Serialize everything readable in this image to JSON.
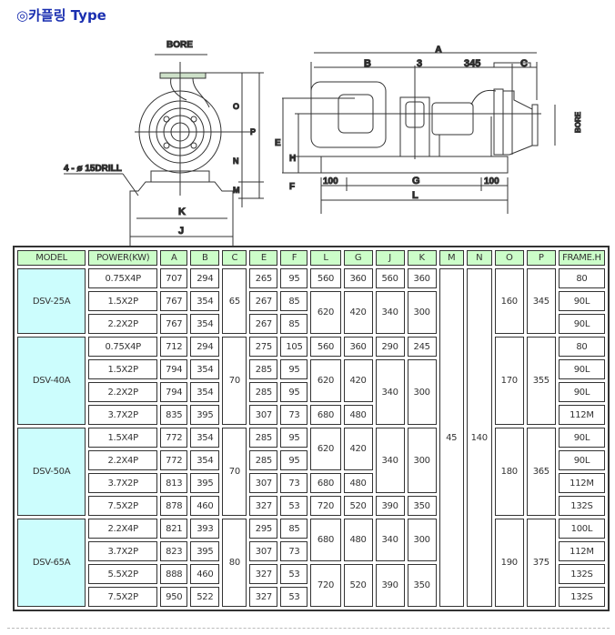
{
  "title": "◎카플링 Type",
  "drawing": {
    "labels": {
      "bore": "BORE",
      "drill": "4 - ø 15DRILL",
      "o": "O",
      "p": "P",
      "n": "N",
      "m": "M",
      "k": "K",
      "j": "J",
      "e": "E",
      "h": "H",
      "f": "F",
      "a": "A",
      "b": "B",
      "three": "3",
      "d345": "345",
      "c": "C",
      "bore2": "BORE",
      "d100a": "100",
      "g": "G",
      "d100b": "100",
      "l": "L"
    }
  },
  "table": {
    "headers": [
      "MODEL",
      "POWER(KW)",
      "A",
      "B",
      "C",
      "E",
      "F",
      "L",
      "G",
      "J",
      "K",
      "M",
      "N",
      "O",
      "P",
      "FRAME.H"
    ],
    "M": "45",
    "N": "140",
    "groups": [
      {
        "model": "DSV-25A",
        "C": "65",
        "O": "160",
        "P": "345",
        "rows": [
          {
            "power": "0.75X4P",
            "A": "707",
            "B": "294",
            "E": "265",
            "F": "95",
            "frame": "80"
          },
          {
            "power": "1.5X2P",
            "A": "767",
            "B": "354",
            "E": "267",
            "F": "85",
            "frame": "90L"
          },
          {
            "power": "2.2X2P",
            "A": "767",
            "B": "354",
            "E": "267",
            "F": "85",
            "frame": "90L"
          }
        ],
        "LG": [
          {
            "L": "560",
            "G": "360",
            "span": 1
          },
          {
            "L": "620",
            "G": "420",
            "span": 2
          }
        ],
        "JK": [
          {
            "J": "560",
            "K": "360",
            "span": 1
          },
          {
            "J": "340",
            "K": "300",
            "span": 2
          }
        ]
      },
      {
        "model": "DSV-40A",
        "C": "70",
        "O": "170",
        "P": "355",
        "rows": [
          {
            "power": "0.75X4P",
            "A": "712",
            "B": "294",
            "E": "275",
            "F": "105",
            "frame": "80"
          },
          {
            "power": "1.5X2P",
            "A": "794",
            "B": "354",
            "E": "285",
            "F": "95",
            "frame": "90L"
          },
          {
            "power": "2.2X2P",
            "A": "794",
            "B": "354",
            "E": "285",
            "F": "95",
            "frame": "90L"
          },
          {
            "power": "3.7X2P",
            "A": "835",
            "B": "395",
            "E": "307",
            "F": "73",
            "frame": "112M"
          }
        ],
        "LG": [
          {
            "L": "560",
            "G": "360",
            "span": 1
          },
          {
            "L": "620",
            "G": "420",
            "span": 2
          },
          {
            "L": "680",
            "G": "480",
            "span": 1
          }
        ],
        "JK": [
          {
            "J": "290",
            "K": "245",
            "span": 1
          },
          {
            "J": "340",
            "K": "300",
            "span": 3
          }
        ]
      },
      {
        "model": "DSV-50A",
        "C": "70",
        "O": "180",
        "P": "365",
        "rows": [
          {
            "power": "1.5X4P",
            "A": "772",
            "B": "354",
            "E": "285",
            "F": "95",
            "frame": "90L"
          },
          {
            "power": "2.2X4P",
            "A": "772",
            "B": "354",
            "E": "285",
            "F": "95",
            "frame": "90L"
          },
          {
            "power": "3.7X2P",
            "A": "813",
            "B": "395",
            "E": "307",
            "F": "73",
            "frame": "112M"
          },
          {
            "power": "7.5X2P",
            "A": "878",
            "B": "460",
            "E": "327",
            "F": "53",
            "frame": "132S"
          }
        ],
        "LG": [
          {
            "L": "620",
            "G": "420",
            "span": 2
          },
          {
            "L": "680",
            "G": "480",
            "span": 1
          },
          {
            "L": "720",
            "G": "520",
            "span": 1
          }
        ],
        "JK": [
          {
            "J": "340",
            "K": "300",
            "span": 3
          },
          {
            "J": "390",
            "K": "350",
            "span": 1
          }
        ]
      },
      {
        "model": "DSV-65A",
        "C": "80",
        "O": "190",
        "P": "375",
        "rows": [
          {
            "power": "2.2X4P",
            "A": "821",
            "B": "393",
            "E": "295",
            "F": "85",
            "frame": "100L"
          },
          {
            "power": "3.7X2P",
            "A": "823",
            "B": "395",
            "E": "307",
            "F": "73",
            "frame": "112M"
          },
          {
            "power": "5.5X2P",
            "A": "888",
            "B": "460",
            "E": "327",
            "F": "53",
            "frame": "132S"
          },
          {
            "power": "7.5X2P",
            "A": "950",
            "B": "522",
            "E": "327",
            "F": "53",
            "frame": "132S"
          }
        ],
        "LG": [
          {
            "L": "680",
            "G": "480",
            "span": 2
          },
          {
            "L": "720",
            "G": "520",
            "span": 2
          }
        ],
        "JK": [
          {
            "J": "340",
            "K": "300",
            "span": 2
          },
          {
            "J": "390",
            "K": "350",
            "span": 2
          }
        ]
      }
    ]
  }
}
